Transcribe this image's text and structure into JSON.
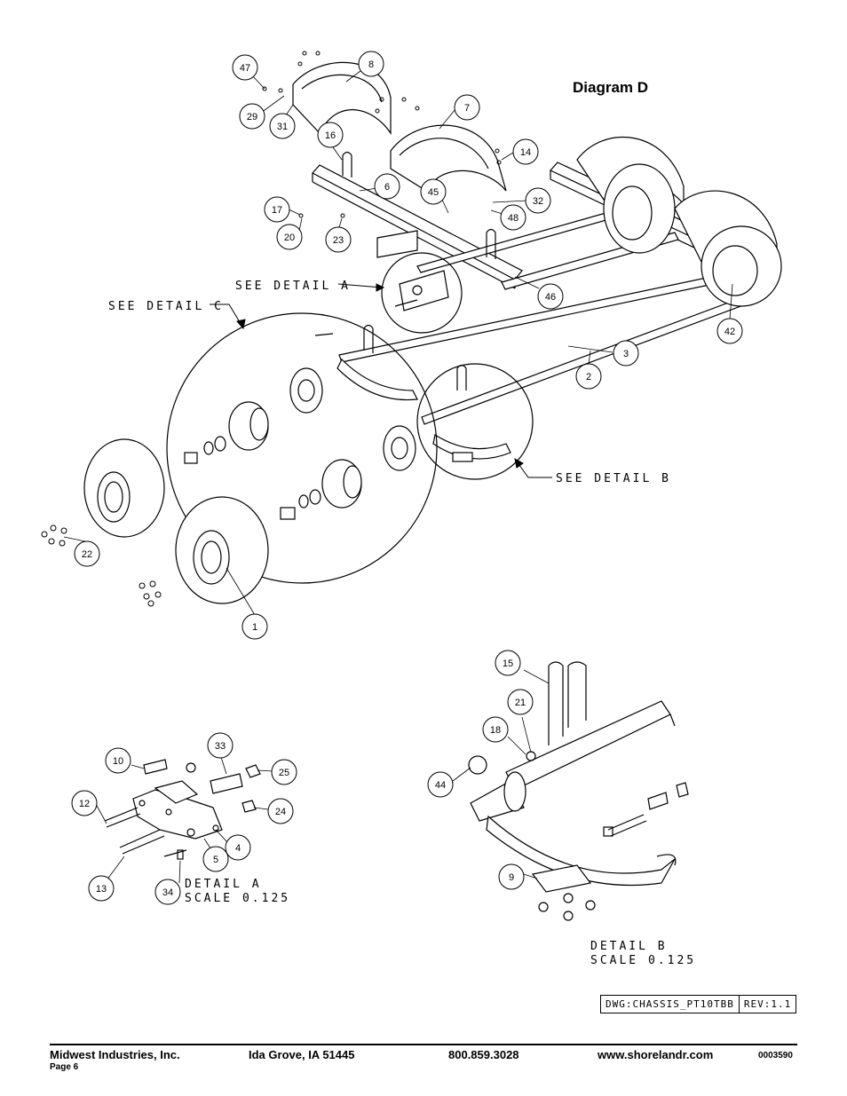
{
  "diagram_title": "Diagram D",
  "labels": {
    "see_detail_a": "SEE DETAIL A",
    "see_detail_b": "SEE DETAIL B",
    "see_detail_c": "SEE DETAIL C",
    "detail_a_title": "DETAIL A",
    "detail_a_scale": "SCALE 0.125",
    "detail_b_title": "DETAIL B",
    "detail_b_scale": "SCALE 0.125"
  },
  "callouts": {
    "c47": "47",
    "c8": "8",
    "c29": "29",
    "c31": "31",
    "c7": "7",
    "c16": "16",
    "c14": "14",
    "c6": "6",
    "c45": "45",
    "c32": "32",
    "c48": "48",
    "c17": "17",
    "c20": "20",
    "c23": "23",
    "c46": "46",
    "c42": "42",
    "c3": "3",
    "c2": "2",
    "c22": "22",
    "c1": "1",
    "c10": "10",
    "c33": "33",
    "c25": "25",
    "c12": "12",
    "c24": "24",
    "c4": "4",
    "c5": "5",
    "c13": "13",
    "c34": "34",
    "c15": "15",
    "c21": "21",
    "c18": "18",
    "c44": "44",
    "c9": "9"
  },
  "drawing_stamp": {
    "dwg": "DWG:CHASSIS_PT10TBB",
    "rev": "REV:1.1"
  },
  "footer": {
    "company": "Midwest Industries, Inc.",
    "page": "Page 6",
    "address": "Ida Grove, IA  51445",
    "phone": "800.859.3028",
    "website": "www.shorelandr.com",
    "doc_number": "0003590"
  }
}
